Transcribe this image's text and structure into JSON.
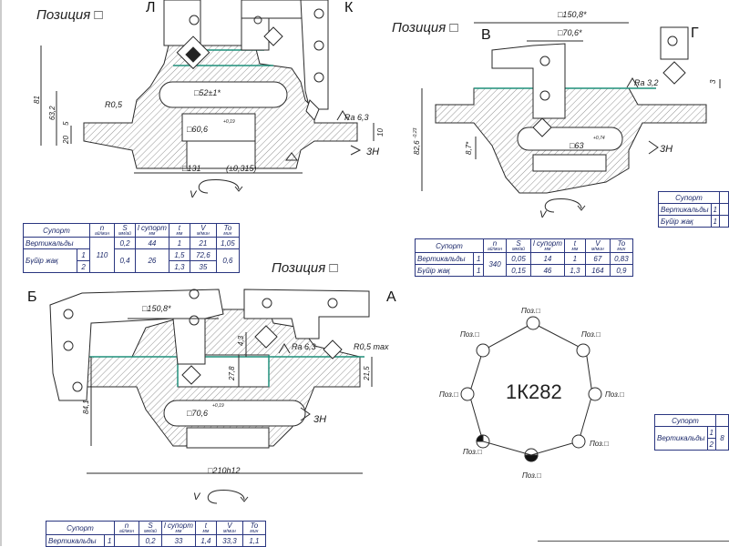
{
  "positions": {
    "p1_title": "Позиция □",
    "p2_title": "Позиция □",
    "p3_title": "Позиция □",
    "letters": {
      "L": "Л",
      "K": "К",
      "V": "В",
      "G": "Г",
      "B": "Б",
      "A": "А"
    }
  },
  "drawing1": {
    "dim_bore": "□52±1*",
    "dim_hole": "□60,6",
    "dim_hole_tol": "+0,19",
    "dim_outer": "□131",
    "dim_outer_tol": "(±0,315)",
    "r_label": "R0,5",
    "ra_label": "Ra 6,3",
    "h81": "81",
    "h63": "63,2",
    "h20": "20",
    "h5": "5",
    "h10": "10",
    "zn": "3Н",
    "v": "V"
  },
  "drawing2": {
    "dim_top": "□150,8*",
    "dim_mid": "□70,6*",
    "dim_hole": "□63",
    "dim_hole_tol": "+0,74",
    "ra_label": "Ra 3,2",
    "h82": "82,6",
    "h82_tol": "-0,23",
    "h87": "8,7*",
    "h3": "3",
    "zn": "3Н",
    "v": "V"
  },
  "drawing3": {
    "dim_top": "□150,8*",
    "dim_hole": "□70,6",
    "dim_hole_tol": "+0,19",
    "dim_base": "□210h12",
    "ra_label": "Ra 6,3",
    "r_label": "R0,5 max",
    "h27": "27,8",
    "h43": "4,3",
    "h84": "84,1",
    "h21": "21,5",
    "zn": "3Н",
    "v": "V"
  },
  "table1": {
    "headers": [
      "Супорт",
      "n",
      "S",
      "l супорт",
      "t",
      "V",
      "To"
    ],
    "subs": [
      "",
      "ай/мин",
      "мм/ай",
      "мм",
      "мм",
      "м/мин",
      "мин"
    ],
    "rows": [
      {
        "name": "Вертикальды",
        "idx": "",
        "n": "110",
        "s": "0,2",
        "l": "44",
        "t": "1",
        "v": "21",
        "to": "1,05"
      },
      {
        "name": "Бүйір жақ",
        "idx": "1",
        "n": "",
        "s": "0,4",
        "l": "26",
        "t": "1,5",
        "v": "72,6",
        "to": "0,6"
      },
      {
        "name": "",
        "idx": "2",
        "n": "",
        "s": "",
        "l": "",
        "t": "1,3",
        "v": "35",
        "to": ""
      }
    ]
  },
  "table2": {
    "headers": [
      "Супорт",
      "n",
      "S",
      "l супорт",
      "t",
      "V",
      "To"
    ],
    "subs": [
      "",
      "ай/мин",
      "мм/ай",
      "мм",
      "мм",
      "м/мин",
      "мин"
    ],
    "rows": [
      {
        "name": "Вертикальды",
        "idx": "1",
        "n": "340",
        "s": "0,05",
        "l": "14",
        "t": "1",
        "v": "67",
        "to": "0,83"
      },
      {
        "name": "Бүйір жақ",
        "idx": "1",
        "n": "",
        "s": "0,15",
        "l": "46",
        "t": "1,3",
        "v": "164",
        "to": "0,9"
      }
    ]
  },
  "table3": {
    "headers": [
      "Супорт",
      "n",
      "S",
      "l супорт",
      "t",
      "V",
      "To"
    ],
    "subs": [
      "",
      "ай/мин",
      "мм/ай",
      "мм",
      "мм",
      "м/мин",
      "мин"
    ],
    "rows": [
      {
        "name": "Вертикальды",
        "idx": "1",
        "n": "",
        "s": "0,2",
        "l": "33",
        "t": "1,4",
        "v": "33,3",
        "to": "1,1"
      }
    ]
  },
  "partial_tables": {
    "top_right": {
      "header": "Супорт",
      "row1": "Вертикальды",
      "row1_idx": "1",
      "row2": "Бүйір жақ",
      "row2_idx": "1"
    },
    "mid_right": {
      "header": "Супорт",
      "row1": "Вертикальды",
      "idx1": "1",
      "idx2": "2",
      "n_partial": "8"
    }
  },
  "machine": {
    "model": "1К282",
    "pos_labels": [
      "Поз.□",
      "Поз.□",
      "Поз.□",
      "Поз.□",
      "Поз.□",
      "Поз.□",
      "Поз.□",
      "Поз.□"
    ]
  },
  "colors": {
    "line": "#2a2a2a",
    "hatch": "#555555",
    "accent": "#1f8f7a",
    "table": "#2a3680"
  }
}
